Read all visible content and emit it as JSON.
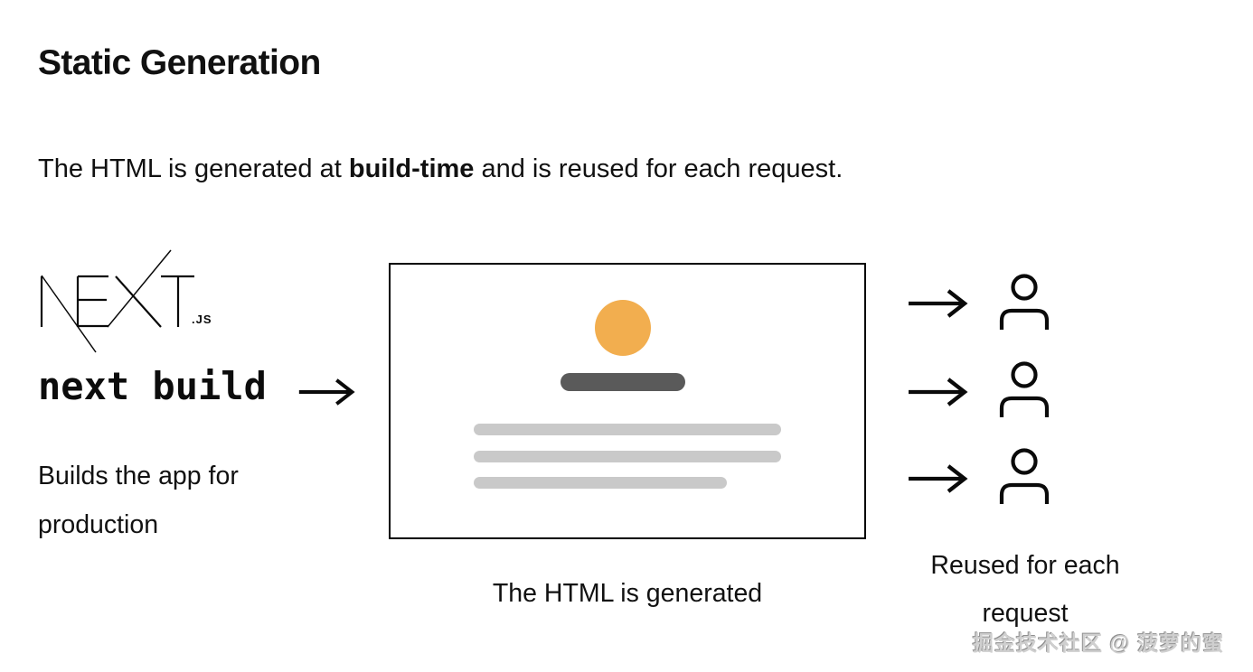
{
  "colors": {
    "accent_orange": "#F2AE4F",
    "heading_bar_gray": "#5A5A5A",
    "text_bar_gray": "#C9C9C9",
    "ink": "#111111",
    "watermark_gray": "#9D9D9D"
  },
  "header": {
    "title": "Static Generation",
    "subtitle_prefix": "The HTML is generated at ",
    "subtitle_bold": "build-time",
    "subtitle_suffix": " and is reused for each request."
  },
  "build_panel": {
    "logo_icon": "nextjs-logo",
    "logo_suffix": ".JS",
    "command": "next build",
    "arrow_icon": "arrow-right-icon",
    "caption": "Builds the app for production"
  },
  "page_preview": {
    "avatar_icon": "orange-circle-shape",
    "heading_bar_icon": "dark-heading-bar",
    "text_line_count": 3,
    "caption": "The HTML is generated"
  },
  "requests_panel": {
    "arrow_icon": "arrow-right-icon",
    "user_icon": "user-icon",
    "request_count": 3,
    "caption": "Reused for each request"
  },
  "watermark": {
    "text": "掘金技术社区 @ 菠萝的蜜"
  }
}
